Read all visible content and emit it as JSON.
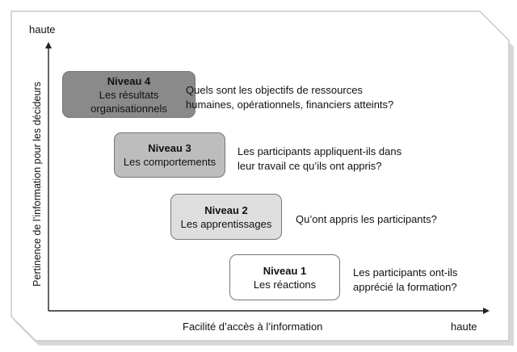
{
  "axes": {
    "y_title": "Pertinence de l’information pour les décideurs",
    "y_high_label": "haute",
    "x_title": "Facilité d’accès à l’information",
    "x_high_label": "haute"
  },
  "levels": [
    {
      "title": "Niveau 4",
      "subtitle_lines": [
        "Les résultats",
        "organisationnels"
      ],
      "question_lines": [
        "Quels sont les objectifs de ressources",
        "humaines, opérationnels, financiers atteints?"
      ],
      "fill": "#8a8a8a"
    },
    {
      "title": "Niveau 3",
      "subtitle_lines": [
        "Les comportements"
      ],
      "question_lines": [
        "Les participants appliquent-ils dans",
        "leur travail ce qu’ils ont appris?"
      ],
      "fill": "#bdbdbd"
    },
    {
      "title": "Niveau 2",
      "subtitle_lines": [
        "Les apprentissages"
      ],
      "question_lines": [
        "Qu’ont appris les participants?"
      ],
      "fill": "#dedede"
    },
    {
      "title": "Niveau 1",
      "subtitle_lines": [
        "Les réactions"
      ],
      "question_lines": [
        "Les participants ont-ils",
        "apprécié la formation?"
      ],
      "fill": "#ffffff"
    }
  ]
}
